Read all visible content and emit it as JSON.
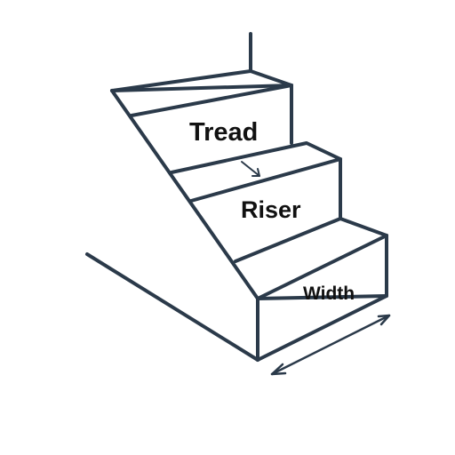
{
  "labels": {
    "tread": "Tread",
    "riser": "Riser",
    "width": "Width"
  },
  "colors": {
    "line": "#2b3a4a",
    "text": "#111111",
    "background": "#ffffff"
  }
}
